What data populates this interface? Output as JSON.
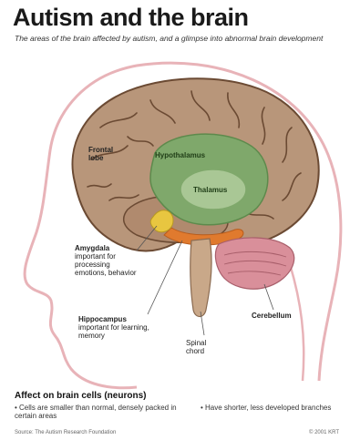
{
  "header": {
    "title": "Autism and the brain",
    "subtitle": "The areas of the brain affected by autism, and a glimpse into abnormal brain development"
  },
  "brain_labels": {
    "frontal": "Frontal lobe",
    "hypothalamus": "Hypothalamus",
    "thalamus": "Thalamus"
  },
  "callouts": {
    "amygdala": {
      "name": "Amygdala",
      "desc": "important for processing emotions, behavior"
    },
    "hippocampus": {
      "name": "Hippocampus",
      "desc": "important for learning, memory"
    },
    "spinal": "Spinal chord",
    "cerebellum": "Cerebellum"
  },
  "bottom": {
    "heading": "Affect on brain cells (neurons)",
    "bullet_left": "Cells are smaller than normal, densely packed in certain areas",
    "bullet_right": "Have shorter, less developed branches"
  },
  "footer": {
    "source": "Source: The Autism Research Foundation",
    "credit": "© 2001 KRT"
  },
  "colors": {
    "brain": "#b8967a",
    "sulci": "#6b4a33",
    "limbic_green": "#7fa86b",
    "thalamus_green": "#a9c795",
    "amygdala_yellow": "#e8c640",
    "hippocampus_orange": "#e07a2e",
    "cerebellum_pink": "#d98f9a",
    "head_outline": "#e8b3b8"
  }
}
